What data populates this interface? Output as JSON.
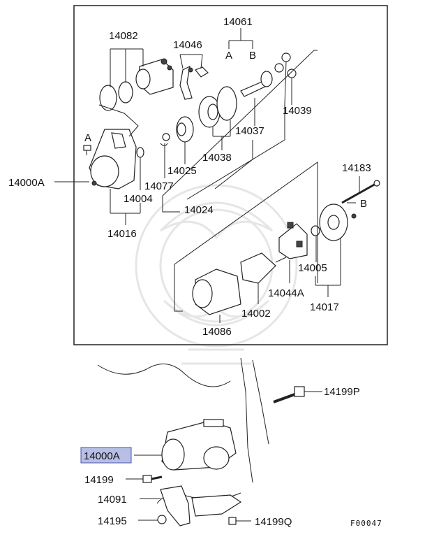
{
  "diagram": {
    "parts": {
      "p14061": "14061",
      "p14082": "14082",
      "p14046": "14046",
      "p14039": "14039",
      "p14037": "14037",
      "p14038": "14038",
      "p14025": "14025",
      "p14077": "14077",
      "p14024": "14024",
      "p14004": "14004",
      "p14016": "14016",
      "p14000A": "14000A",
      "p14183": "14183",
      "p14005": "14005",
      "p14044A": "14044A",
      "p14017": "14017",
      "p14002": "14002",
      "p14086": "14086",
      "p14199P": "14199P",
      "p14000A_highlight": "14000A",
      "p14199": "14199",
      "p14091": "14091",
      "p14195": "14195",
      "p14199Q": "14199Q"
    },
    "markers": {
      "a_top": "A",
      "b_top": "B",
      "a_left": "A",
      "b_right": "B"
    },
    "figure_code": "F00047"
  },
  "colors": {
    "highlight_fill": "#b8bfe6",
    "highlight_border": "#4a55a8",
    "line": "#222222"
  }
}
